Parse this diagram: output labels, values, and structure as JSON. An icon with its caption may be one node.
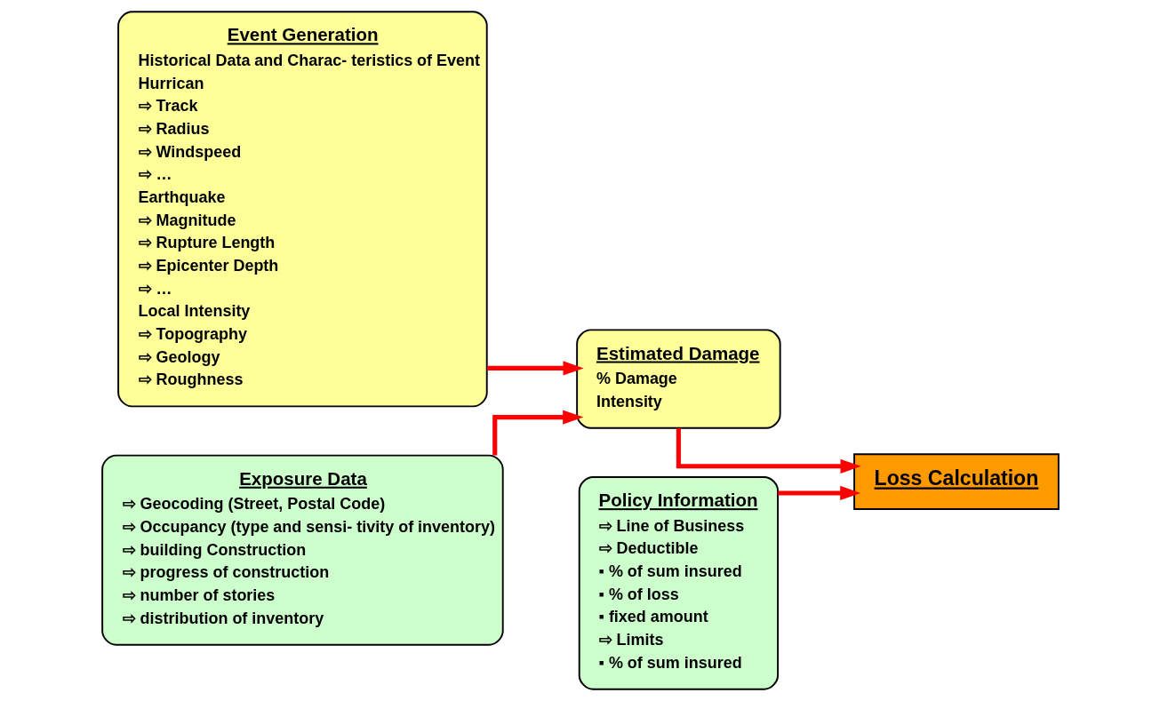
{
  "diagram": {
    "nodes": [
      {
        "text": [
          "Event Generation",
          "Historical Data and Charac- teristics of Event",
          "Hurrican",
          "⇨ Track",
          "⇨ Radius",
          "⇨ Windspeed",
          "⇨ …",
          "Earthquake",
          "⇨ Magnitude",
          "⇨ Rupture Length",
          "⇨ Epicenter Depth",
          "⇨ …",
          "Local Intensity",
          "⇨ Topography",
          "⇨ Geology",
          "⇨ Roughness"
        ]
      },
      {
        "text": [
          "Estimated Damage",
          "% Damage",
          "Intensity"
        ]
      },
      {
        "text": [
          "Loss Calculation"
        ]
      },
      {
        "text": [
          "Exposure Data",
          "⇨ Geocoding (Street, Postal Code)",
          "⇨ Occupancy (type and sensi- tivity of inventory)",
          "⇨ building Construction",
          "⇨ progress of construction",
          "⇨ number of stories",
          "⇨ distribution of inventory"
        ]
      },
      {
        "text": [
          "Policy Information",
          "⇨ Line of Business",
          "⇨ Deductible",
          "▪ % of sum insured",
          "▪ % of loss",
          "▪ fixed amount",
          "⇨ Limits",
          "▪ % of sum insured"
        ]
      }
    ],
    "edges": [
      {
        "from": 0,
        "to": 1,
        "arrow": "to"
      },
      {
        "from": 3,
        "to": 1,
        "arrow": "to"
      },
      {
        "from": 1,
        "to": 2,
        "arrow": "to"
      },
      {
        "from": 4,
        "to": 2,
        "arrow": "to"
      }
    ]
  }
}
